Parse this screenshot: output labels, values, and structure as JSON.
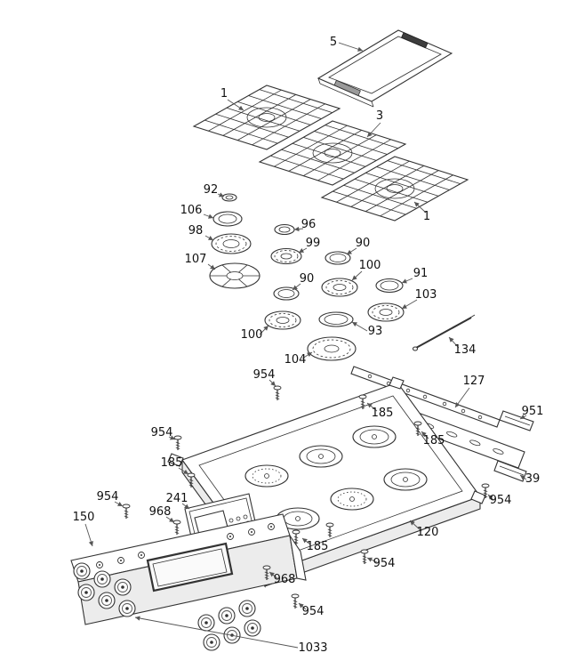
{
  "diagram": {
    "kind": "exploded-parts-diagram",
    "colors": {
      "background": "#ffffff",
      "line": "#333333",
      "leader": "#555555",
      "label_text": "#111111",
      "dark_fill": "#3d3d3d",
      "side_fill": "#ececec"
    },
    "labels": [
      {
        "num": "5"
      },
      {
        "num": "1"
      },
      {
        "num": "3"
      },
      {
        "num": "1"
      },
      {
        "num": "92"
      },
      {
        "num": "106"
      },
      {
        "num": "98"
      },
      {
        "num": "96"
      },
      {
        "num": "99"
      },
      {
        "num": "90"
      },
      {
        "num": "107"
      },
      {
        "num": "100"
      },
      {
        "num": "90"
      },
      {
        "num": "91"
      },
      {
        "num": "103"
      },
      {
        "num": "100"
      },
      {
        "num": "93"
      },
      {
        "num": "134"
      },
      {
        "num": "104"
      },
      {
        "num": "954"
      },
      {
        "num": "127"
      },
      {
        "num": "185"
      },
      {
        "num": "951"
      },
      {
        "num": "954"
      },
      {
        "num": "185"
      },
      {
        "num": "185"
      },
      {
        "num": "39"
      },
      {
        "num": "954"
      },
      {
        "num": "241"
      },
      {
        "num": "968"
      },
      {
        "num": "150"
      },
      {
        "num": "954"
      },
      {
        "num": "120"
      },
      {
        "num": "185"
      },
      {
        "num": "968"
      },
      {
        "num": "954"
      },
      {
        "num": "954"
      },
      {
        "num": "1033"
      }
    ]
  }
}
